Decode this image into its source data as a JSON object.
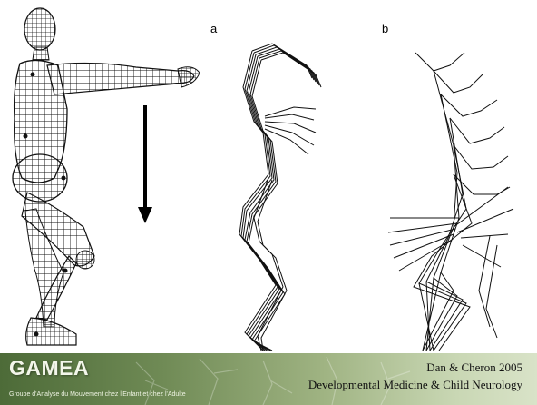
{
  "panels": {
    "label_a": "a",
    "label_b": "b"
  },
  "figure": {
    "wireframe_icon": "human-wireframe-icon",
    "arrow_icon": "down-arrow-icon"
  },
  "footer": {
    "brand": "GAMEA",
    "brand_subtitle": "Groupe d'Analyse du Mouvement chez l'Enfant et chez l'Adulte",
    "citation_line1": "Dan & Cheron 2005",
    "citation_line2": "Developmental Medicine & Child Neurology",
    "colors": {
      "banner_dark": "#4d6b38",
      "banner_light": "#d9e3c8",
      "brand_text": "#f3f6ea"
    }
  }
}
